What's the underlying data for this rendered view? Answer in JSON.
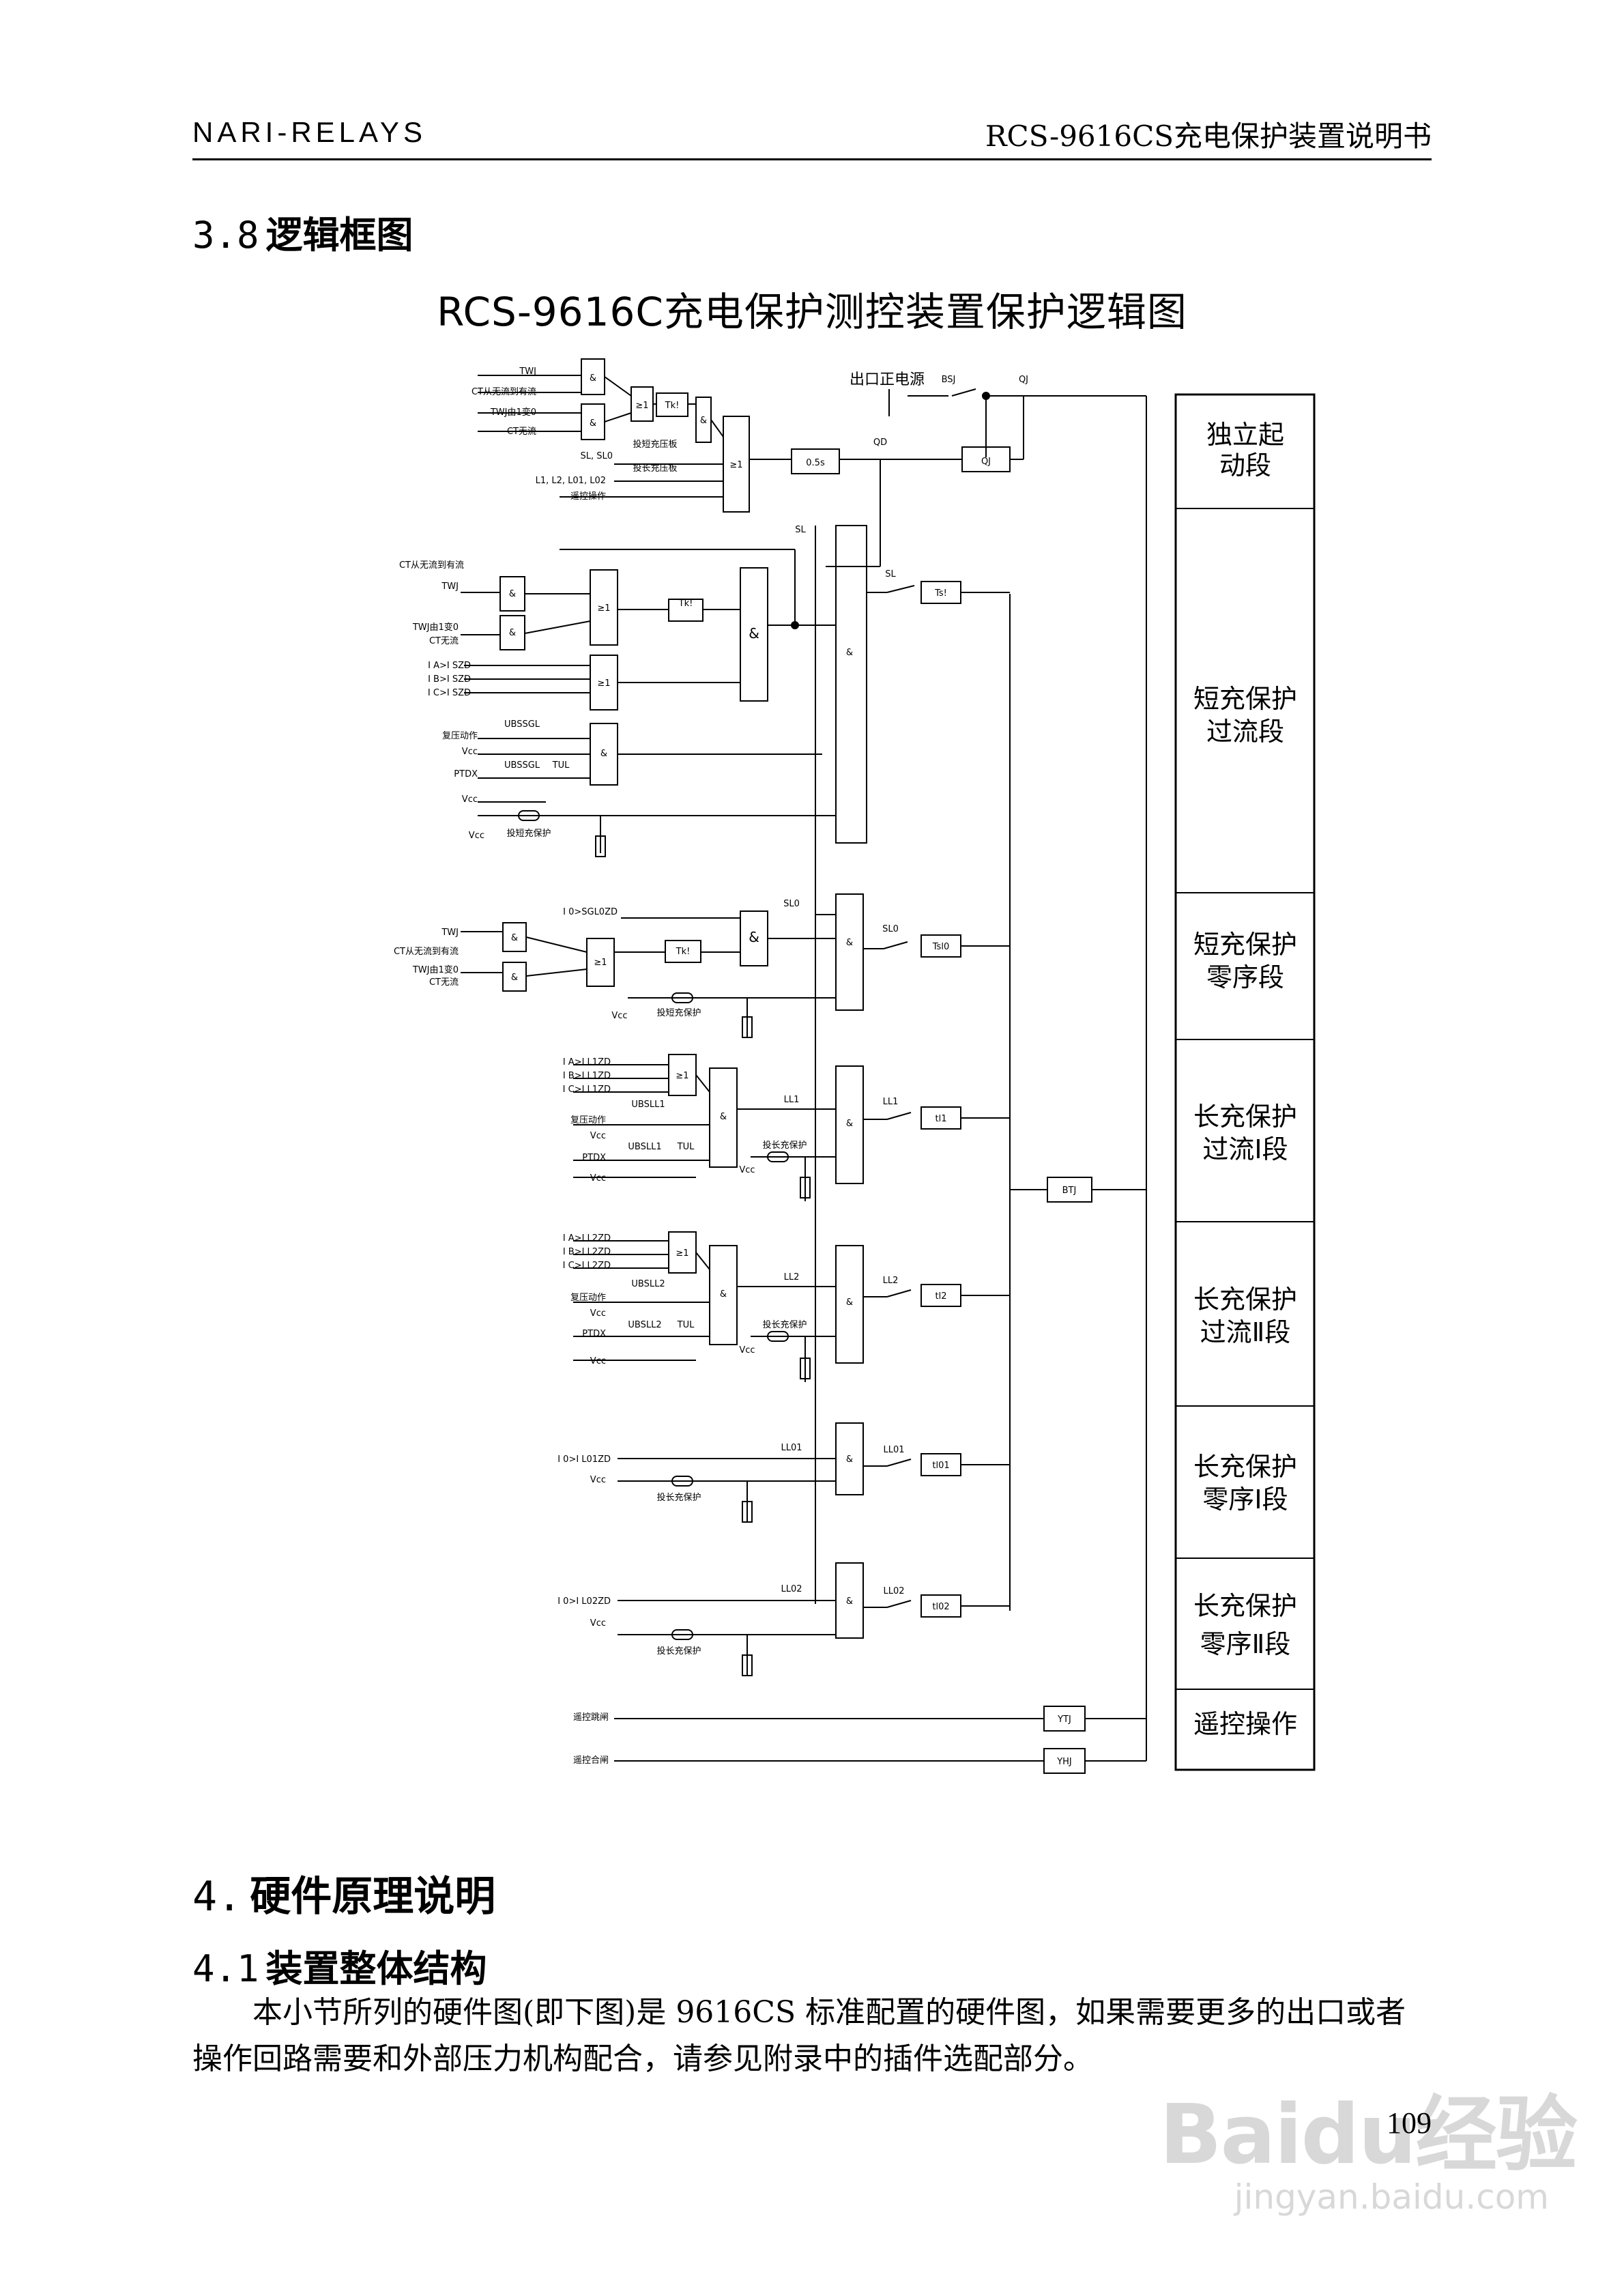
{
  "header": {
    "left": "NARI-RELAYS",
    "right": "RCS-9616CS充电保护装置说明书"
  },
  "section_3_8": {
    "num": "3.8",
    "title": "逻辑框图"
  },
  "diagram": {
    "title": "RCS-9616C充电保护测控装置保护逻辑图",
    "side_sections": [
      "独立起动段",
      "短充保护过流段",
      "短充保护零序段",
      "长充保护过流Ⅰ段",
      "长充保护过流Ⅱ段",
      "长充保护零序Ⅰ段",
      "长充保护零序Ⅱ段",
      "遥控操作"
    ],
    "top_power": "出口正电源",
    "labels": {
      "twj": "TWJ",
      "ct_flow": "CT从无流到有流",
      "twj_change": "TWJ由1变0",
      "ct_noflow": "CT无流",
      "sl_sl0": "SL, SL0",
      "tou_short_plate": "投短充压板",
      "tou_long_plate": "投长充压板",
      "l_list": "L1, L2, L01, L02",
      "remote_op": "遥控操作",
      "bsj": "BSJ",
      "qj": "QJ",
      "qd": "QD",
      "t05": "0.5s",
      "and": "&",
      "or": "≥1",
      "tk": "Tk!",
      "sl": "SL",
      "ts": "Ts!",
      "sl0": "SL0",
      "tso": "Tsl0",
      "ia_s": "I A>I SZD",
      "ib_s": "I B>I SZD",
      "ic_s": "I C>I SZD",
      "fuya": "复压动作",
      "vcc": "Vcc",
      "ubssgl": "UBSSGL",
      "ubssgl2": "UBSSGL",
      "tul": "TUL",
      "ptdx": "PTDX",
      "tou_short": "投短充保护",
      "i0_sgl": "I 0>SGL0ZD",
      "ia_l1": "I A>I L1ZD",
      "ib_l1": "I B>I L1ZD",
      "ic_l1": "I C>I L1ZD",
      "ubsll1": "UBSLL1",
      "ll1": "LL1",
      "tl1": "tl1",
      "tou_long": "投长充保护",
      "ia_l2": "I A>I L2ZD",
      "ib_l2": "I B>I L2ZD",
      "ic_l2": "I C>I L2ZD",
      "ubsll2": "UBSLL2",
      "ll2": "LL2",
      "tl2": "tl2",
      "i0_l01": "I 0>I L01ZD",
      "ll01": "LL01",
      "tl01": "tl01",
      "i0_l02": "I 0>I L02ZD",
      "ll02": "LL02",
      "tl02": "tl02",
      "btj": "BTJ",
      "yk_trip": "遥控跳闸",
      "yk_close": "遥控合闸",
      "ytj": "YTJ",
      "yhj": "YHJ"
    }
  },
  "section_4": {
    "num": "4.",
    "title": "硬件原理说明"
  },
  "section_4_1": {
    "num": "4.1",
    "title": "装置整体结构"
  },
  "paragraph": "本小节所列的硬件图(即下图)是 9616CS 标准配置的硬件图，如果需要更多的出口或者操作回路需要和外部压力机构配合，请参见附录中的插件选配部分。",
  "page_number": "109",
  "watermark": {
    "logo": "Baidu经验",
    "url": "jingyan.baidu.com"
  }
}
